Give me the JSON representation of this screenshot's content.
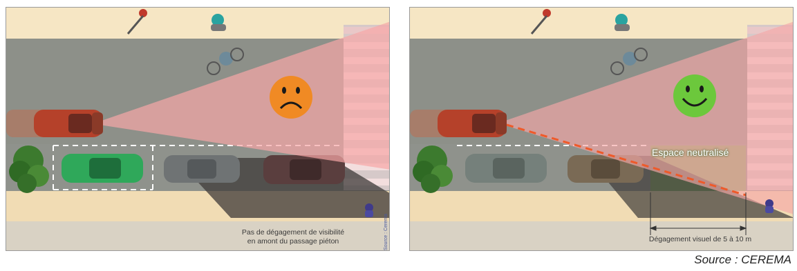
{
  "left_panel": {
    "caption_line1": "Pas de dégagement de visibilité",
    "caption_line2": "en amont du passage piéton",
    "side_credit": "Source : Cerema",
    "mood": "sad-face",
    "mood_color": "#f08a24"
  },
  "right_panel": {
    "zone_label": "Espace neutralisé",
    "measure_label": "Dégagement visuel de 5 à 10 m",
    "mood": "happy-face",
    "mood_color": "#6cc83c"
  },
  "source": "Source : CEREMA",
  "colors": {
    "sidewalk": "#f6e6c4",
    "road": "#8d9089",
    "vision_cone": "#f6a7a7",
    "crosswalk": "#e9c8c8",
    "dashed_line": "#ee5a2a"
  }
}
